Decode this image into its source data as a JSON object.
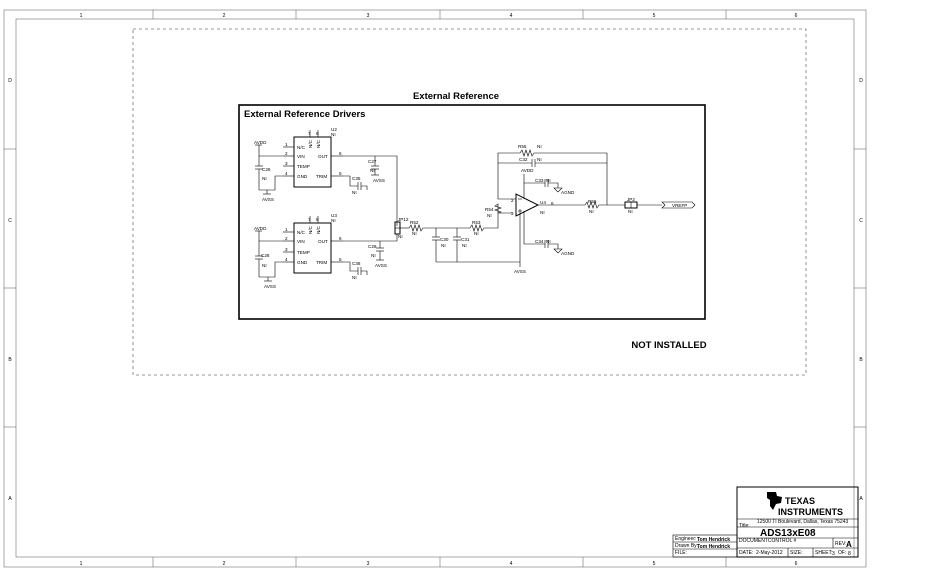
{
  "border": {
    "columns": [
      "1",
      "2",
      "3",
      "4",
      "5",
      "6"
    ],
    "rows": [
      "D",
      "C",
      "B",
      "A"
    ]
  },
  "header": {
    "title": "External Reference",
    "block_title": "External Reference Drivers",
    "not_installed": "NOT INSTALLED"
  },
  "u2": {
    "ref": "U2",
    "value": "NI",
    "pin_nc1": "N/C",
    "pin_vin": "VIN",
    "pin_temp": "TEMP",
    "pin_gnd": "GND",
    "pin_out": "OUT",
    "pin_trim": "TRIM",
    "pin_nc7": "N/C",
    "pin_nc8": "N/C",
    "n1": "1",
    "n2": "2",
    "n3": "3",
    "n4": "4",
    "n5": "5",
    "n6": "6",
    "n7": "7",
    "n8": "8"
  },
  "u3": {
    "ref": "U3",
    "value": "NI",
    "pin_nc1": "N/C",
    "pin_vin": "VIN",
    "pin_temp": "TEMP",
    "pin_gnd": "GND",
    "pin_out": "OUT",
    "pin_trim": "TRIM",
    "pin_nc7": "N/C",
    "pin_nc8": "N/C",
    "n1": "1",
    "n2": "2",
    "n3": "3",
    "n4": "4",
    "n5": "5",
    "n6": "6",
    "n7": "7",
    "n8": "8"
  },
  "components": {
    "c26": "C26",
    "c26_v": "NI",
    "c27": "C27",
    "c27_v": "NI",
    "c35": "C35",
    "c35_v": "NI",
    "c28": "C28",
    "c28_v": "NI",
    "c29": "C29",
    "c29_v": "NI",
    "c36": "C36",
    "c36_v": "NI",
    "jp12": "JP12",
    "jp12_v": "NI",
    "r52": "R52",
    "r52_v": "NI",
    "c30": "C30",
    "c30_v": "NI",
    "c31": "C31",
    "c31_v": "NI",
    "r53": "R53",
    "r53_v": "NI",
    "r54": "R54",
    "r54_v": "NI",
    "r55": "R55",
    "r55_v": "NI",
    "c32": "C32",
    "c32_v": "NI",
    "c33": "C33",
    "c33_v": "NI",
    "c34": "C34",
    "c34_v": "NI",
    "u4": "U4",
    "u4_v": "NI",
    "u4_p2": "2",
    "u4_p3": "3",
    "u4_p6": "6",
    "r56": "R56",
    "r56_v": "NI",
    "jp2": "JP2",
    "jp2_v": "NI"
  },
  "nets": {
    "avdd": "AVDD",
    "avss": "AVSS",
    "agnd": "AGND",
    "vrefp": "VREFP"
  },
  "title_block": {
    "company_line1": "TEXAS",
    "company_line2": "INSTRUMENTS",
    "address": "12500 TI Boulevard,  Dallas, Texas 75243",
    "title_label": "Title:",
    "title": "ADS13xE08",
    "doc_control_label": "DOCUMENTCONTROL #",
    "rev_label": "REV:",
    "rev": "A",
    "date_label": "DATE:",
    "date": "2-May-2012",
    "size_label": "SIZE:",
    "sheet_label": "SHEET:",
    "sheet": "3",
    "of_label": "OF:",
    "of": "8",
    "engineer_label": "Engineer:",
    "engineer": "Tom Hendrick",
    "drawn_label": "Drawn By:",
    "drawn": "Tom Hendrick",
    "file_label": "FILE:"
  }
}
